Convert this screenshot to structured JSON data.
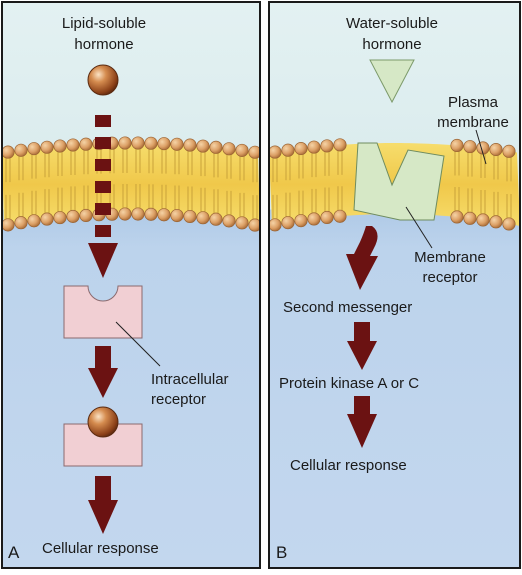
{
  "panel_a": {
    "letter": "A",
    "hormone_label_line1": "Lipid-soluble",
    "hormone_label_line2": "hormone",
    "receptor_label_line1": "Intracellular",
    "receptor_label_line2": "receptor",
    "response_label": "Cellular response"
  },
  "panel_b": {
    "letter": "B",
    "hormone_label_line1": "Water-soluble",
    "hormone_label_line2": "hormone",
    "membrane_label_line1": "Plasma",
    "membrane_label_line2": "membrane",
    "receptor_label_line1": "Membrane",
    "receptor_label_line2": "receptor",
    "step1_label": "Second messenger",
    "step2_label": "Protein kinase A or C",
    "response_label": "Cellular response"
  },
  "colors": {
    "extracellular_top": "#dbeef0",
    "extracellular_bottom": "#c8e0e6",
    "cytoplasm": "#bcd4ec",
    "lipid_head": "#d9a066",
    "lipid_tail": "#f3d35b",
    "arrow": "#6b1212",
    "intracellular_receptor": "#f1cfd3",
    "membrane_receptor": "#d6e8c6",
    "hormone_ball": "#c9713a"
  }
}
